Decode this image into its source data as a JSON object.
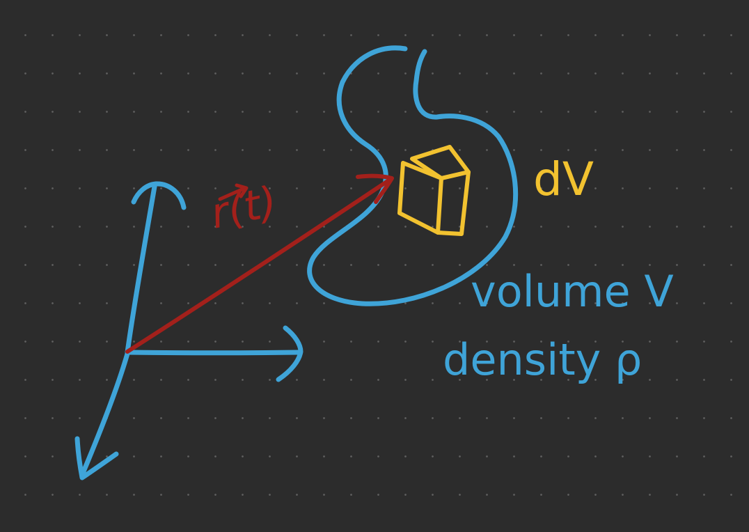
{
  "labels": {
    "position_vector": "r(t)",
    "volume_element": "dV",
    "volume": "volume V",
    "density": "density ρ"
  },
  "colors": {
    "background": "#2c2c2c",
    "grid_dot": "#5e5e5e",
    "axes_and_body": "#3fa4d8",
    "position_vector": "#a3201b",
    "volume_element": "#f2c230"
  }
}
